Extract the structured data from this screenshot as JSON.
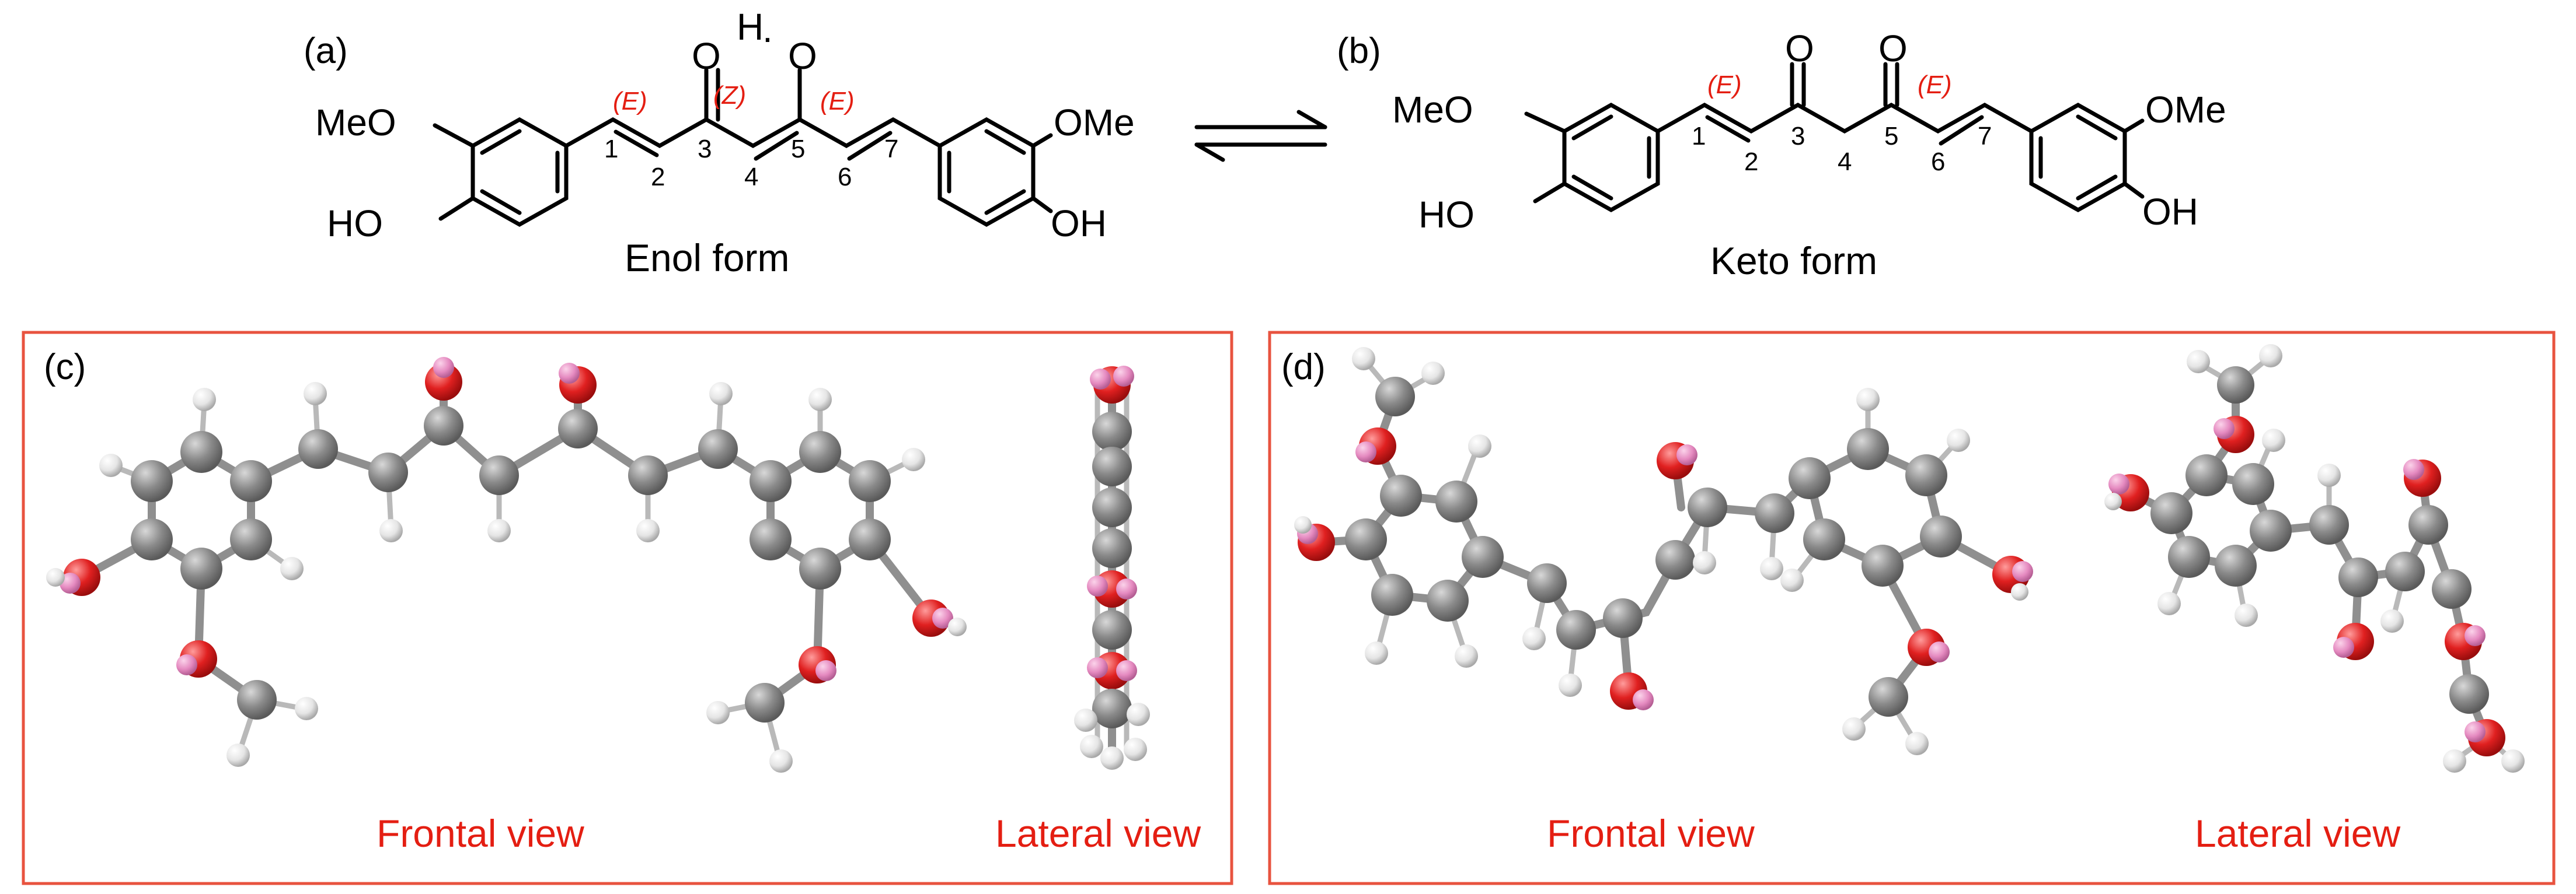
{
  "panels": {
    "a": {
      "letter": "(a)",
      "caption": "Enol form"
    },
    "b": {
      "letter": "(b)",
      "caption": "Keto form"
    },
    "c": {
      "letter": "(c)",
      "frontal": "Frontal view",
      "lateral": "Lateral view"
    },
    "d": {
      "letter": "(d)",
      "frontal": "Frontal view",
      "lateral": "Lateral view"
    }
  },
  "atoms": {
    "methoxy": "MeO",
    "methoxy_r": "OMe",
    "hydroxy_l": "HO",
    "hydroxy_r": "OH",
    "oxygen": "O",
    "enol_h": "H"
  },
  "stereo": {
    "e": "(E)",
    "z": "(Z)"
  },
  "carbon_numbers": [
    "1",
    "2",
    "3",
    "4",
    "5",
    "6",
    "7"
  ],
  "colors": {
    "label_red": "#e41e12",
    "frame": "#e8533f",
    "carbon": "#8a8a8a",
    "oxygen_atom": "#e02020",
    "hydrogen": "#e5e5e5",
    "hydroxyl_h": "#e58ac0"
  }
}
